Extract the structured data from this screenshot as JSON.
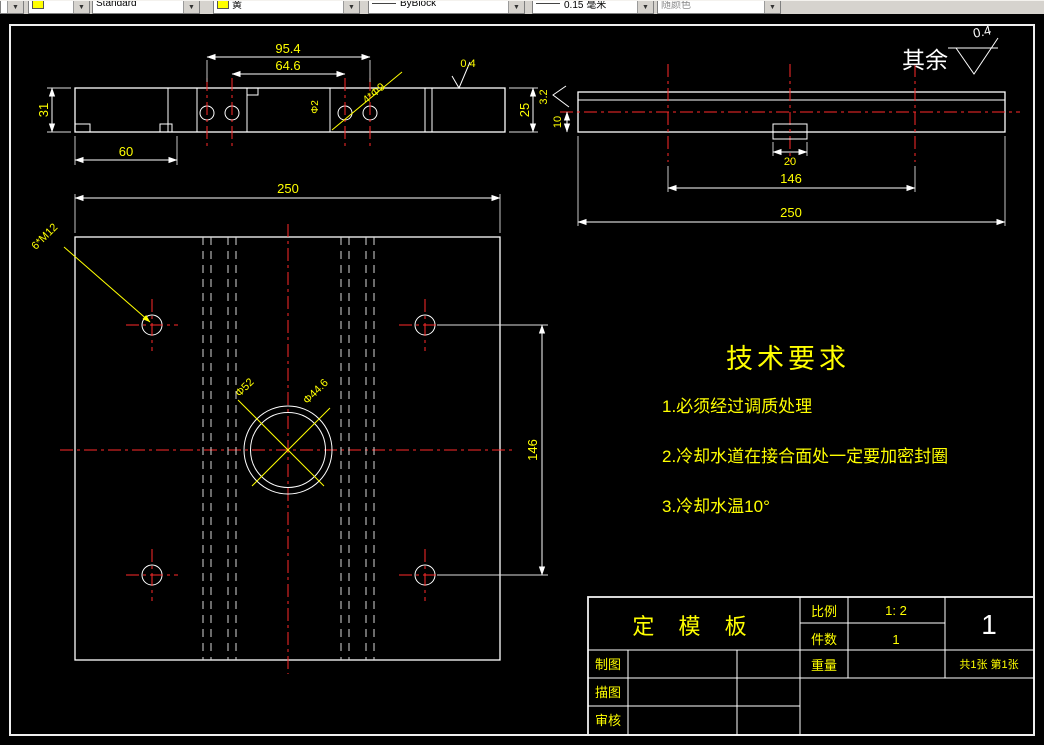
{
  "toolbar": {
    "text_style": "Standard",
    "color": "黄",
    "linetype": "ByBlock",
    "lineweight": "0.15 毫米",
    "plot_style": "随颜色"
  },
  "general_note": {
    "prefix": "其余",
    "roughness": "0.4"
  },
  "section_view": {
    "dim_width_outer": "95.4",
    "dim_width_inner": "64.6",
    "dim_left": "60",
    "dim_height_left": "31",
    "dim_height_right": "25",
    "roughness": "0.4",
    "holes_label": "4*Φ9",
    "small_label": "Φ2"
  },
  "side_view": {
    "dim_holes_span": "146",
    "dim_length": "250",
    "dim_notch": "20",
    "dim_depth": "10",
    "roughness": "3.2"
  },
  "plan_view": {
    "dim_width": "250",
    "dim_holes_span": "146",
    "thread_label": "6*M12",
    "outer_circle_label": "Φ52",
    "inner_circle_label": "Φ44.6"
  },
  "tech_requirements": {
    "title": "技术要求",
    "items": [
      "1.必须经过调质处理",
      "2.冷却水道在接合面处一定要加密封圈",
      "3.冷却水温10°"
    ]
  },
  "title_block": {
    "part_name": "定 模 板",
    "scale_label": "比例",
    "scale_value": "1: 2",
    "quantity_label": "件数",
    "quantity_value": "1",
    "weight_label": "重量",
    "sheet_note": "共1张 第1张",
    "page_number": "1",
    "drafter_label": "制图",
    "tracer_label": "描图",
    "reviewer_label": "审核"
  }
}
